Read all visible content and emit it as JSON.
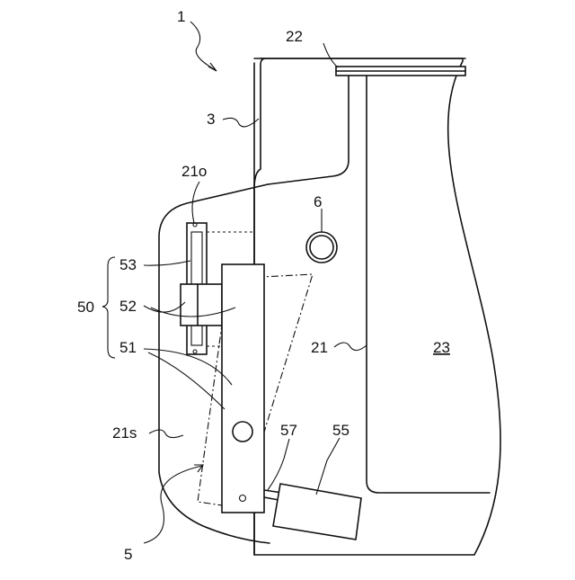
{
  "labels": {
    "device": "1",
    "frame_top": "22",
    "casing": "3",
    "opening": "21o",
    "sensor": "6",
    "part53": "53",
    "group50": "50",
    "part52": "52",
    "part51": "51",
    "partition": "21",
    "chamber": "23",
    "side": "21s",
    "part57": "57",
    "motor": "55",
    "mechanism": "5"
  }
}
